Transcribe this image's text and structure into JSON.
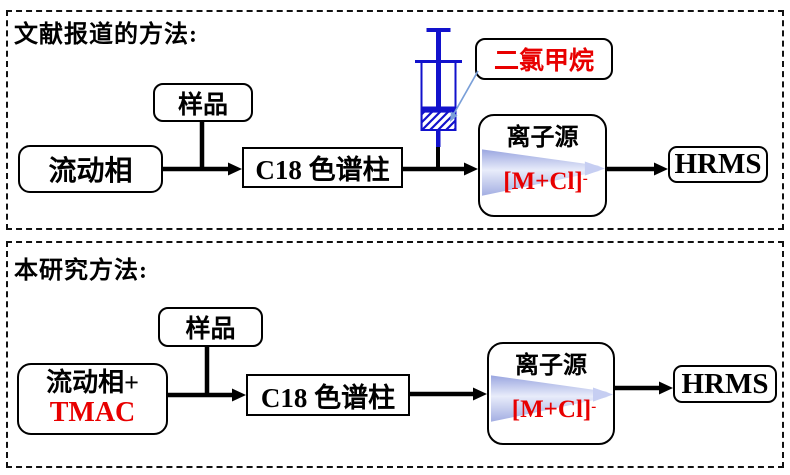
{
  "colors": {
    "accent_red": "#e80000",
    "syringe_blue": "#1212cc",
    "leader_line_blue": "#7a9fd8",
    "spray_edge_blue": "#9aa6e0",
    "spray_center_blue": "#e8ecfa",
    "line_black": "#000000"
  },
  "top_panel": {
    "title": "文献报道的方法:",
    "mobile_phase": "流动相",
    "sample": "样品",
    "column": "C18 色谱柱",
    "syringe_callout": "二氯甲烷",
    "ion_source": "离子源",
    "adduct": "[M+Cl]",
    "adduct_sign": "-",
    "hrms": "HRMS"
  },
  "bottom_panel": {
    "title": "本研究方法:",
    "mobile_phase_line1": "流动相+",
    "mobile_phase_line2": "TMAC",
    "sample": "样品",
    "column": "C18 色谱柱",
    "ion_source": "离子源",
    "adduct": "[M+Cl]",
    "adduct_sign": "-",
    "hrms": "HRMS"
  }
}
